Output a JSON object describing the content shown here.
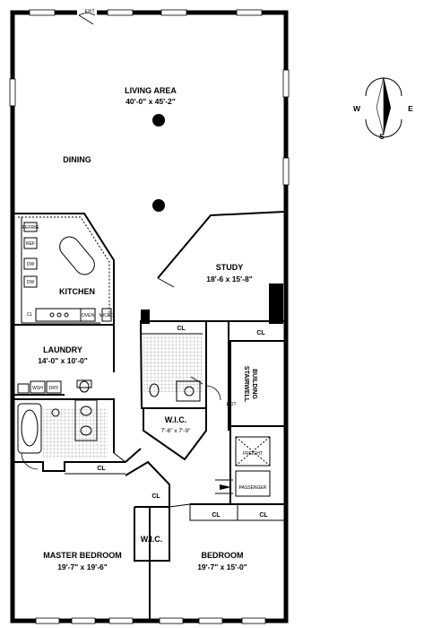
{
  "rooms": {
    "living": {
      "name": "LIVING AREA",
      "dim": "40'-0\" x 45'-2\""
    },
    "dining": {
      "name": "DINING"
    },
    "kitchen": {
      "name": "KITCHEN"
    },
    "study": {
      "name": "STUDY",
      "dim": "18'-6 x 15'-8\""
    },
    "laundry": {
      "name": "LAUNDRY",
      "dim": "14'-0\" x 10'-0\""
    },
    "wic1": {
      "name": "W.I.C.",
      "dim": "7'-6\" x 7'-9\""
    },
    "wic2": {
      "name": "W.I.C."
    },
    "master": {
      "name": "MASTER BEDROOM",
      "dim": "19'-7\" x 19'-6\""
    },
    "bedroom": {
      "name": "BEDROOM",
      "dim": "19'-7\" x 15'-0\""
    },
    "stair_line1": "BUILDING",
    "stair_line2": "STAIRWELL"
  },
  "closets": [
    "CL",
    "CL",
    "CL",
    "CL",
    "CL",
    "CL",
    "CL"
  ],
  "labels": {
    "exit_top": "EXIT",
    "exit_mid": "EXIT",
    "freight": "FREIGHT",
    "passenger": "PASSENGER",
    "fridge": "REFRIG",
    "ref": "REF",
    "dw": "DW",
    "dw2": "DW",
    "oven": "OVEN",
    "micro": "MICRO",
    "cl_k": "CL",
    "wsh": "WSH",
    "dry": "DRY"
  },
  "compass": {
    "w": "W",
    "e": "E",
    "s": "S"
  }
}
